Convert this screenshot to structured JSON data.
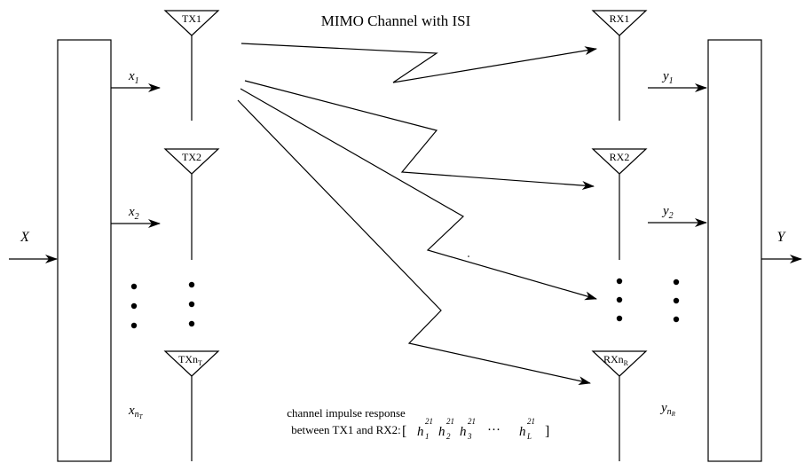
{
  "title": "MIMO Channel with ISI",
  "input_label": "X",
  "output_label": "Y",
  "tx_antennas": [
    {
      "label": "TX1"
    },
    {
      "label": "TX2"
    },
    {
      "label_main": "TXn",
      "label_sub": "T"
    }
  ],
  "rx_antennas": [
    {
      "label": "RX1"
    },
    {
      "label": "RX2"
    },
    {
      "label_main": "RXn",
      "label_sub": "R"
    }
  ],
  "tx_signals": [
    {
      "main": "x",
      "sub": "1"
    },
    {
      "main": "x",
      "sub": "2"
    },
    {
      "main": "x",
      "sub": "n",
      "subsub": "T"
    }
  ],
  "rx_signals": [
    {
      "main": "y",
      "sub": "1"
    },
    {
      "main": "y",
      "sub": "2"
    },
    {
      "main": "y",
      "sub": "n",
      "subsub": "R"
    }
  ],
  "impulse_response": {
    "caption_line1": "channel impulse response",
    "caption_line2": "between TX1 and RX2:",
    "bracket_open": "[",
    "bracket_close": "]",
    "ellipsis": "···",
    "terms": [
      {
        "main": "h",
        "sub": "1",
        "sup": "21"
      },
      {
        "main": "h",
        "sub": "2",
        "sup": "21"
      },
      {
        "main": "h",
        "sub": "3",
        "sup": "21"
      },
      {
        "main": "h",
        "sub": "L",
        "sup": "21"
      }
    ]
  }
}
